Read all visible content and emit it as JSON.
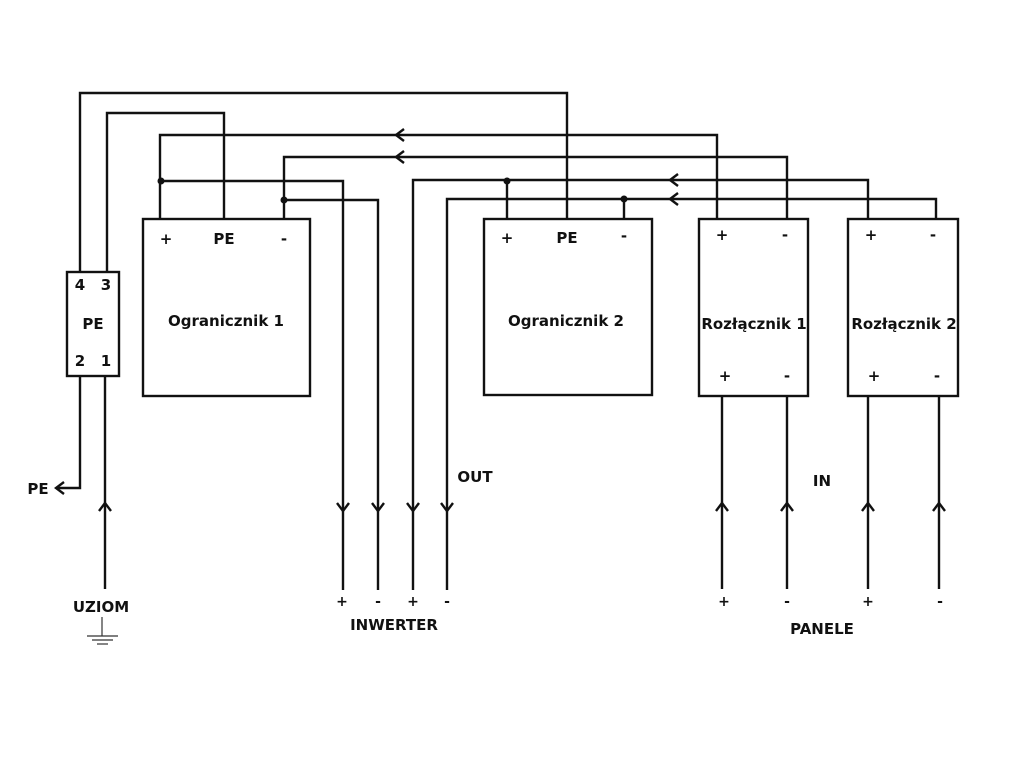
{
  "diagram": {
    "components": {
      "pe_block": {
        "label": "PE",
        "terminals": [
          "4",
          "3",
          "2",
          "1"
        ]
      },
      "limiter1": {
        "label": "Ogranicznik 1",
        "terminals": [
          "+",
          "PE",
          "-"
        ]
      },
      "limiter2": {
        "label": "Ogranicznik 2",
        "terminals": [
          "+",
          "PE",
          "-"
        ]
      },
      "switch1": {
        "label": "Rozłącznik 1",
        "top_terminals": [
          "+",
          "-"
        ],
        "bottom_terminals": [
          "+",
          "-"
        ]
      },
      "switch2": {
        "label": "Rozłącznik 2",
        "top_terminals": [
          "+",
          "-"
        ],
        "bottom_terminals": [
          "+",
          "-"
        ]
      }
    },
    "labels": {
      "pe_out": "PE",
      "ground": "UZIOM",
      "inverter": "INWERTER",
      "inverter_terminals": [
        "+",
        "-",
        "+",
        "-"
      ],
      "out": "OUT",
      "in": "IN",
      "panels": "PANELE",
      "panel_terminals": [
        "+",
        "-",
        "+",
        "-"
      ]
    },
    "colors": {
      "line": "#111111",
      "background": "#ffffff"
    }
  }
}
